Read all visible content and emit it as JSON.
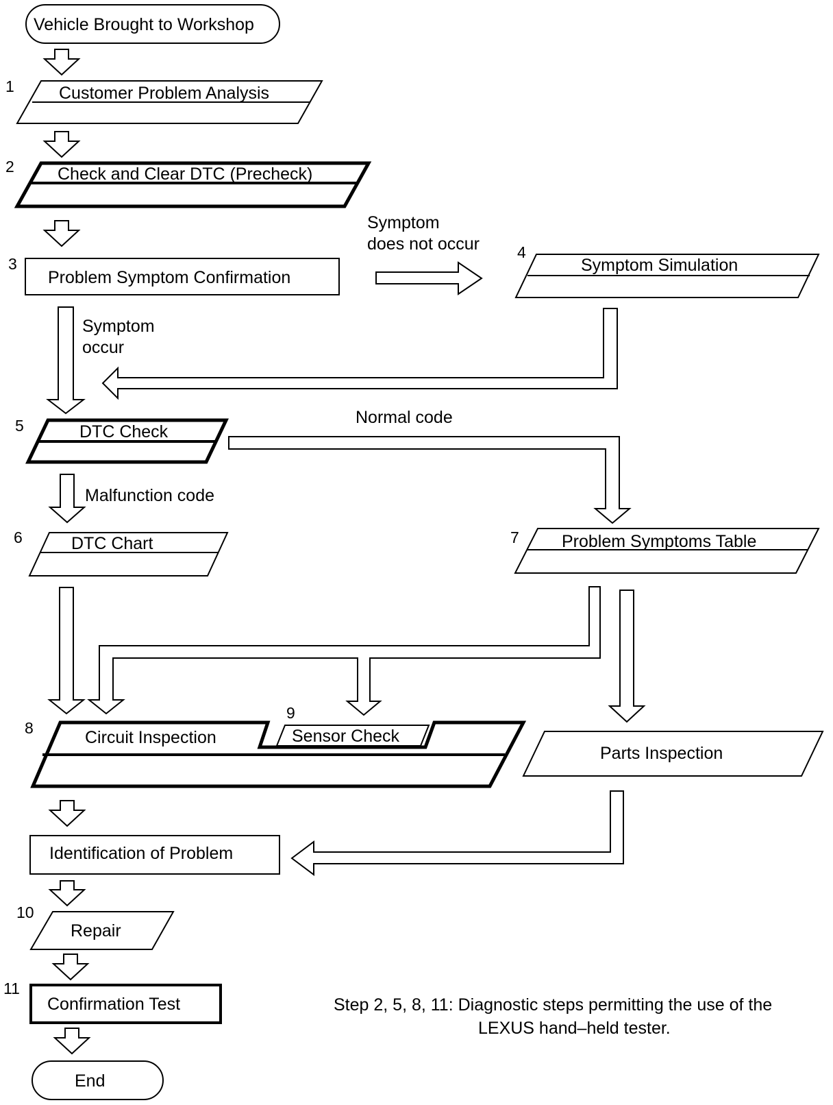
{
  "steps": {
    "start": "Vehicle Brought to Workshop",
    "s1": {
      "num": "1",
      "label": "Customer Problem Analysis"
    },
    "s2": {
      "num": "2",
      "label": "Check and Clear DTC (Precheck)"
    },
    "s3": {
      "num": "3",
      "label": "Problem Symptom Confirmation"
    },
    "s4": {
      "num": "4",
      "label": "Symptom Simulation"
    },
    "s5": {
      "num": "5",
      "label": "DTC Check"
    },
    "s6": {
      "num": "6",
      "label": "DTC Chart"
    },
    "s7": {
      "num": "7",
      "label": "Problem Symptoms Table"
    },
    "s8": {
      "num": "8",
      "label": "Circuit Inspection"
    },
    "s9": {
      "num": "9",
      "label": "Sensor Check"
    },
    "parts": "Parts Inspection",
    "ident": "Identification of Problem",
    "s10": {
      "num": "10",
      "label": "Repair"
    },
    "s11": {
      "num": "11",
      "label": "Confirmation Test"
    },
    "end": "End"
  },
  "branches": {
    "not_occur_1": "Symptom",
    "not_occur_2": "does not occur",
    "occur_1": "Symptom",
    "occur_2": "occur",
    "normal_code": "Normal code",
    "malfunction_code": "Malfunction code"
  },
  "note": {
    "line1": "Step 2, 5, 8, 11: Diagnostic steps permitting the use of the",
    "line2": "LEXUS hand–held tester."
  }
}
